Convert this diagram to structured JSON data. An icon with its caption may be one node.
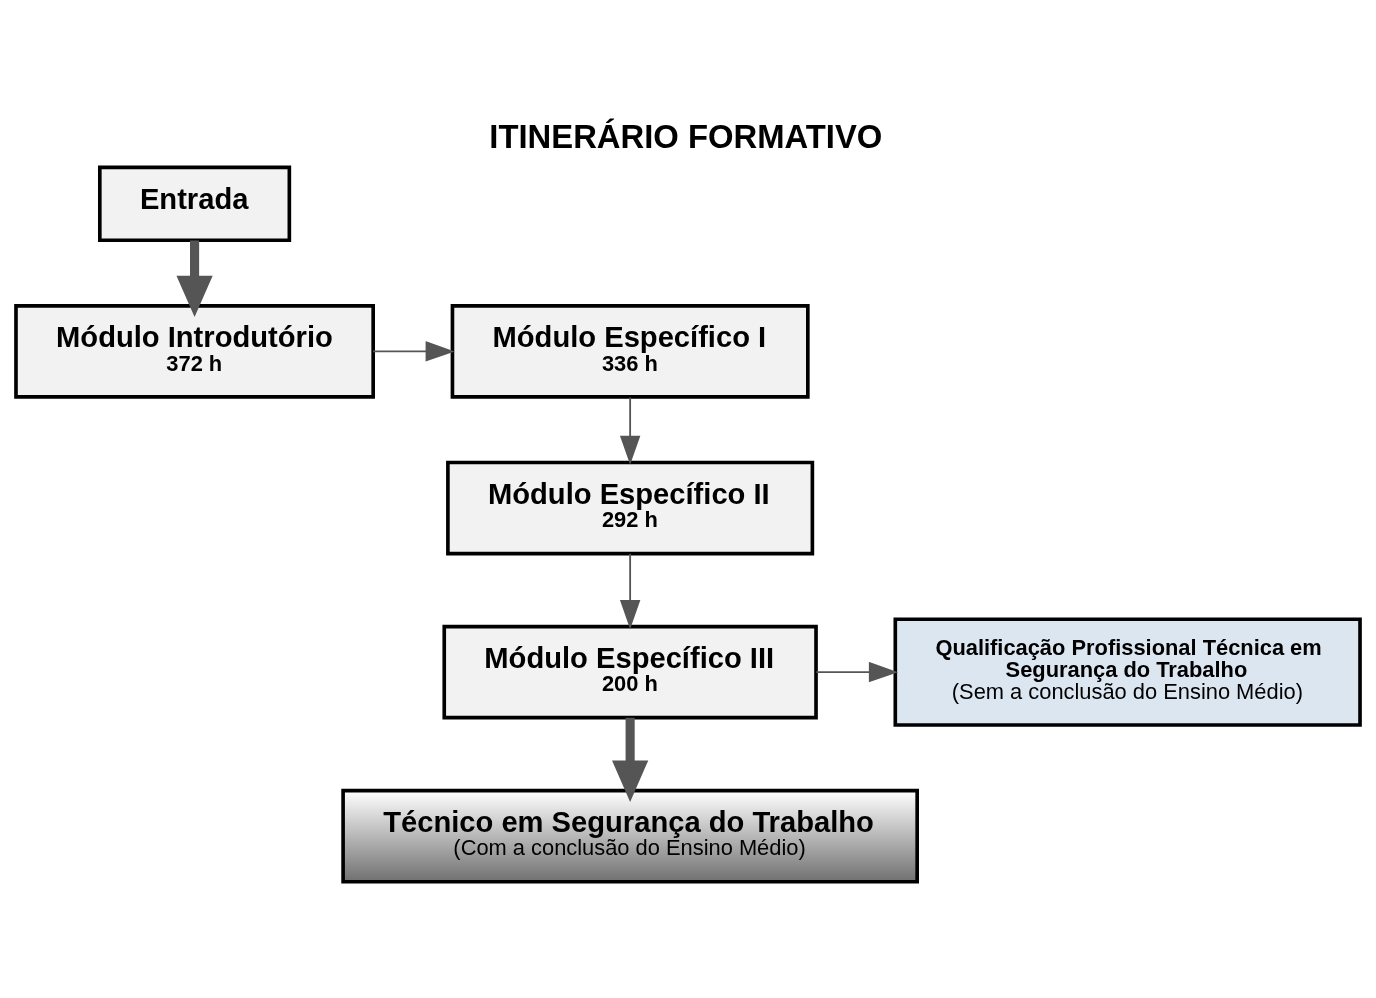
{
  "diagram": {
    "title": "ITINERÁRIO FORMATIVO",
    "nodes": [
      {
        "text": [
          "Entrada"
        ]
      },
      {
        "text": [
          "Módulo Introdutório",
          "372 h"
        ]
      },
      {
        "text": [
          "Módulo Específico I",
          "336 h"
        ]
      },
      {
        "text": [
          "Módulo Específico II",
          "292 h"
        ]
      },
      {
        "text": [
          "Módulo Específico III",
          "200 h"
        ]
      },
      {
        "text": [
          "Qualificação Profissional Técnica em Segurança do Trabalho",
          "(Sem a conclusão do Ensino Médio)"
        ]
      },
      {
        "text": [
          "Técnico em Segurança do Trabalho",
          "(Com a conclusão do Ensino Médio)"
        ]
      }
    ],
    "edges": [
      {
        "from": 0,
        "to": 1,
        "arrow": "to",
        "style": "thick"
      },
      {
        "from": 1,
        "to": 2,
        "arrow": "to"
      },
      {
        "from": 2,
        "to": 3,
        "arrow": "to"
      },
      {
        "from": 3,
        "to": 4,
        "arrow": "to"
      },
      {
        "from": 4,
        "to": 5,
        "arrow": "to"
      },
      {
        "from": 4,
        "to": 6,
        "arrow": "to",
        "style": "thick"
      }
    ]
  }
}
